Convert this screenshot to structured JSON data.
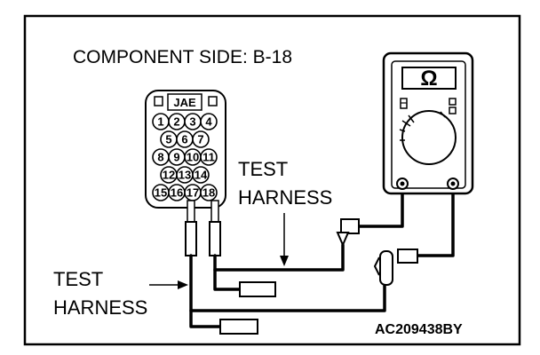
{
  "title": "COMPONENT SIDE: B-18",
  "connector": {
    "maker": "JAE",
    "pins": [
      {
        "n": "1"
      },
      {
        "n": "2"
      },
      {
        "n": "3"
      },
      {
        "n": "4"
      },
      {
        "n": "5"
      },
      {
        "n": "6"
      },
      {
        "n": "7"
      },
      {
        "n": "8"
      },
      {
        "n": "9"
      },
      {
        "n": "10"
      },
      {
        "n": "11"
      },
      {
        "n": "12"
      },
      {
        "n": "13"
      },
      {
        "n": "14"
      },
      {
        "n": "15"
      },
      {
        "n": "16"
      },
      {
        "n": "17"
      },
      {
        "n": "18"
      }
    ]
  },
  "labels": {
    "harness_right_line1": "TEST",
    "harness_right_line2": "HARNESS",
    "harness_left_line1": "TEST",
    "harness_left_line2": "HARNESS"
  },
  "meter": {
    "symbol": "Ω"
  },
  "figure_code": "AC209438BY"
}
